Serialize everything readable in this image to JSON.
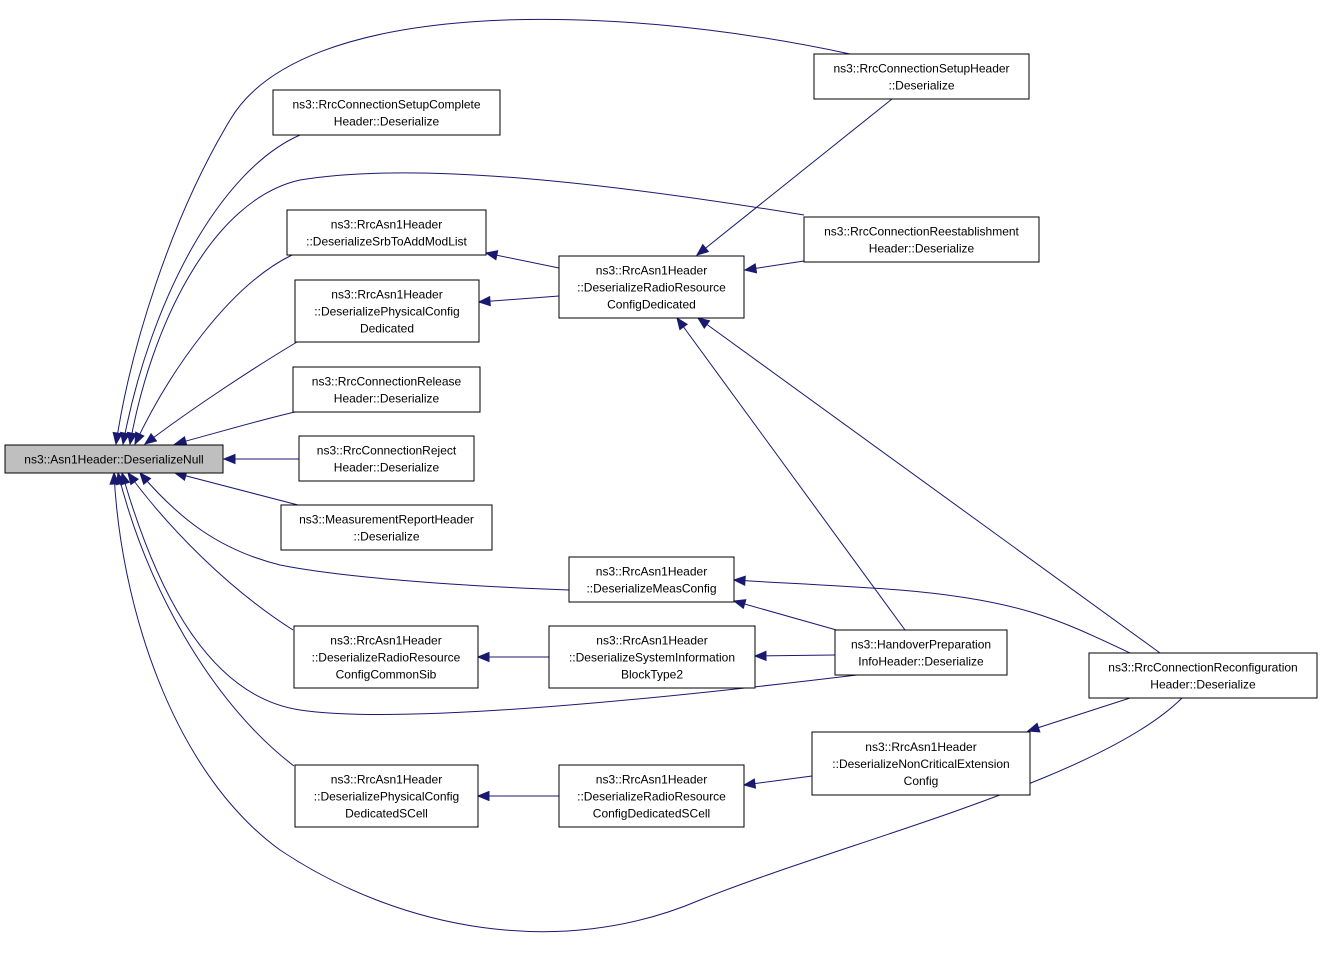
{
  "diagram": {
    "type": "doxygen-caller-graph",
    "colors": {
      "edge": "#191970",
      "root_fill": "#bfbfbf",
      "node_fill": "#ffffff",
      "border": "#000000"
    },
    "nodes": [
      {
        "id": "deserialize_null",
        "lines": [
          "ns3::Asn1Header::DeserializeNull"
        ],
        "root": true
      },
      {
        "id": "setup_complete",
        "lines": [
          "ns3::RrcConnectionSetupComplete",
          "Header::Deserialize"
        ]
      },
      {
        "id": "srb_to_add_mod",
        "lines": [
          "ns3::RrcAsn1Header",
          "::DeserializeSrbToAddModList"
        ]
      },
      {
        "id": "physical_config_dedicated",
        "lines": [
          "ns3::RrcAsn1Header",
          "::DeserializePhysicalConfig",
          "Dedicated"
        ]
      },
      {
        "id": "connection_release",
        "lines": [
          "ns3::RrcConnectionRelease",
          "Header::Deserialize"
        ]
      },
      {
        "id": "connection_reject",
        "lines": [
          "ns3::RrcConnectionReject",
          "Header::Deserialize"
        ]
      },
      {
        "id": "measurement_report",
        "lines": [
          "ns3::MeasurementReportHeader",
          "::Deserialize"
        ]
      },
      {
        "id": "radio_resource_common_sib",
        "lines": [
          "ns3::RrcAsn1Header",
          "::DeserializeRadioResource",
          "ConfigCommonSib"
        ]
      },
      {
        "id": "physical_config_dedicated_scell",
        "lines": [
          "ns3::RrcAsn1Header",
          "::DeserializePhysicalConfig",
          "DedicatedSCell"
        ]
      },
      {
        "id": "radio_resource_dedicated",
        "lines": [
          "ns3::RrcAsn1Header",
          "::DeserializeRadioResource",
          "ConfigDedicated"
        ]
      },
      {
        "id": "meas_config",
        "lines": [
          "ns3::RrcAsn1Header",
          "::DeserializeMeasConfig"
        ]
      },
      {
        "id": "system_info_block_type2",
        "lines": [
          "ns3::RrcAsn1Header",
          "::DeserializeSystemInformation",
          "BlockType2"
        ]
      },
      {
        "id": "radio_resource_dedicated_scell",
        "lines": [
          "ns3::RrcAsn1Header",
          "::DeserializeRadioResource",
          "ConfigDedicatedSCell"
        ]
      },
      {
        "id": "connection_setup",
        "lines": [
          "ns3::RrcConnectionSetupHeader",
          "::Deserialize"
        ]
      },
      {
        "id": "connection_reestablishment",
        "lines": [
          "ns3::RrcConnectionReestablishment",
          "Header::Deserialize"
        ]
      },
      {
        "id": "handover_preparation",
        "lines": [
          "ns3::HandoverPreparation",
          "InfoHeader::Deserialize"
        ]
      },
      {
        "id": "non_critical_extension",
        "lines": [
          "ns3::RrcAsn1Header",
          "::DeserializeNonCriticalExtension",
          "Config"
        ]
      },
      {
        "id": "connection_reconfiguration",
        "lines": [
          "ns3::RrcConnectionReconfiguration",
          "Header::Deserialize"
        ]
      }
    ],
    "edges": [
      {
        "from": "connection_setup",
        "to": "deserialize_null"
      },
      {
        "from": "setup_complete",
        "to": "deserialize_null"
      },
      {
        "from": "connection_reestablishment",
        "to": "deserialize_null"
      },
      {
        "from": "srb_to_add_mod",
        "to": "deserialize_null"
      },
      {
        "from": "physical_config_dedicated",
        "to": "deserialize_null"
      },
      {
        "from": "connection_release",
        "to": "deserialize_null"
      },
      {
        "from": "connection_reject",
        "to": "deserialize_null"
      },
      {
        "from": "measurement_report",
        "to": "deserialize_null"
      },
      {
        "from": "meas_config",
        "to": "deserialize_null"
      },
      {
        "from": "radio_resource_common_sib",
        "to": "deserialize_null"
      },
      {
        "from": "handover_preparation",
        "to": "deserialize_null"
      },
      {
        "from": "physical_config_dedicated_scell",
        "to": "deserialize_null"
      },
      {
        "from": "connection_reconfiguration",
        "to": "deserialize_null"
      },
      {
        "from": "radio_resource_dedicated",
        "to": "srb_to_add_mod"
      },
      {
        "from": "radio_resource_dedicated",
        "to": "physical_config_dedicated"
      },
      {
        "from": "connection_setup",
        "to": "radio_resource_dedicated"
      },
      {
        "from": "connection_reestablishment",
        "to": "radio_resource_dedicated"
      },
      {
        "from": "handover_preparation",
        "to": "radio_resource_dedicated"
      },
      {
        "from": "connection_reconfiguration",
        "to": "radio_resource_dedicated"
      },
      {
        "from": "connection_reconfiguration",
        "to": "meas_config"
      },
      {
        "from": "handover_preparation",
        "to": "meas_config"
      },
      {
        "from": "system_info_block_type2",
        "to": "radio_resource_common_sib"
      },
      {
        "from": "handover_preparation",
        "to": "system_info_block_type2"
      },
      {
        "from": "radio_resource_dedicated_scell",
        "to": "physical_config_dedicated_scell"
      },
      {
        "from": "non_critical_extension",
        "to": "radio_resource_dedicated_scell"
      },
      {
        "from": "connection_reconfiguration",
        "to": "non_critical_extension"
      }
    ]
  }
}
